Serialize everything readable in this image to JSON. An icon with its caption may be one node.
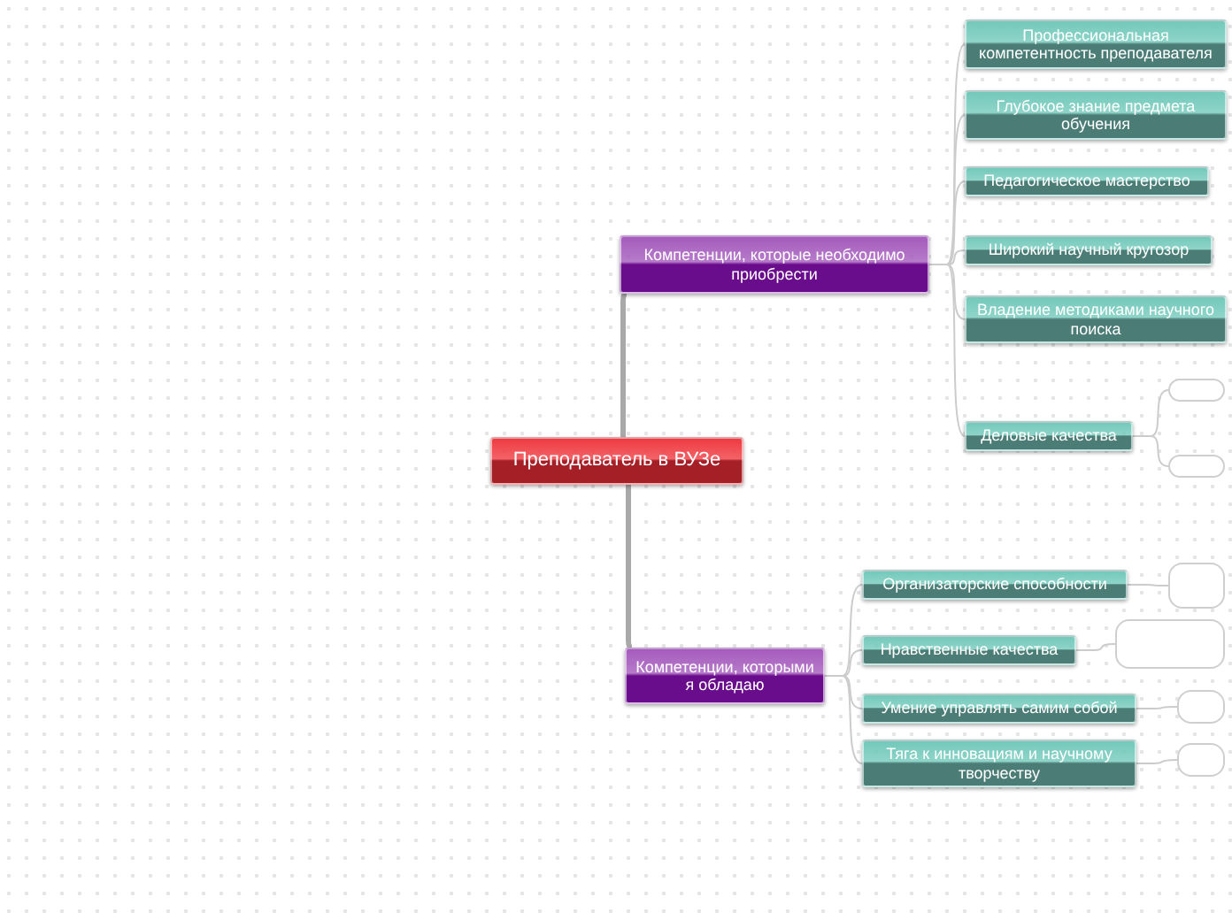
{
  "diagram": {
    "nodes": [
      {
        "text": [
          "Преподаватель в ВУЗе"
        ]
      },
      {
        "text": [
          "Компетенции, которые необходимо приобрести"
        ]
      },
      {
        "text": [
          "Компетенции, которыми я обладаю"
        ]
      },
      {
        "text": [
          "Профессиональная компетентность преподавателя"
        ]
      },
      {
        "text": [
          "Глубокое знание предмета обучения"
        ]
      },
      {
        "text": [
          "Педагогическое мастерство"
        ]
      },
      {
        "text": [
          "Широкий научный кругозор"
        ]
      },
      {
        "text": [
          "Владение методиками научного поиска"
        ]
      },
      {
        "text": [
          "Деловые качества"
        ]
      },
      {
        "text": [],
        "shape": "box"
      },
      {
        "text": [],
        "shape": "box"
      },
      {
        "text": [
          "Организаторские способности"
        ]
      },
      {
        "text": [
          "Нравственные качества"
        ]
      },
      {
        "text": [
          "Умение управлять самим собой"
        ]
      },
      {
        "text": [
          "Тяга к инновациям и научному творчеству"
        ]
      },
      {
        "text": [],
        "shape": "box"
      },
      {
        "text": [],
        "shape": "box"
      },
      {
        "text": [],
        "shape": "box"
      },
      {
        "text": [],
        "shape": "box"
      }
    ],
    "edges": [
      {
        "from": 0,
        "to": 1,
        "arrow": "none",
        "style": "thick"
      },
      {
        "from": 0,
        "to": 2,
        "arrow": "none",
        "style": "thick"
      },
      {
        "from": 1,
        "to": 3,
        "arrow": "none"
      },
      {
        "from": 1,
        "to": 4,
        "arrow": "none"
      },
      {
        "from": 1,
        "to": 5,
        "arrow": "none"
      },
      {
        "from": 1,
        "to": 6,
        "arrow": "none"
      },
      {
        "from": 1,
        "to": 7,
        "arrow": "none"
      },
      {
        "from": 1,
        "to": 8,
        "arrow": "none"
      },
      {
        "from": 8,
        "to": 9,
        "arrow": "none"
      },
      {
        "from": 8,
        "to": 10,
        "arrow": "none"
      },
      {
        "from": 2,
        "to": 11,
        "arrow": "none"
      },
      {
        "from": 2,
        "to": 12,
        "arrow": "none"
      },
      {
        "from": 2,
        "to": 13,
        "arrow": "none"
      },
      {
        "from": 2,
        "to": 14,
        "arrow": "none"
      },
      {
        "from": 11,
        "to": 15,
        "arrow": "none"
      },
      {
        "from": 12,
        "to": 16,
        "arrow": "none"
      },
      {
        "from": 13,
        "to": 17,
        "arrow": "none"
      },
      {
        "from": 14,
        "to": 18,
        "arrow": "none"
      }
    ]
  }
}
